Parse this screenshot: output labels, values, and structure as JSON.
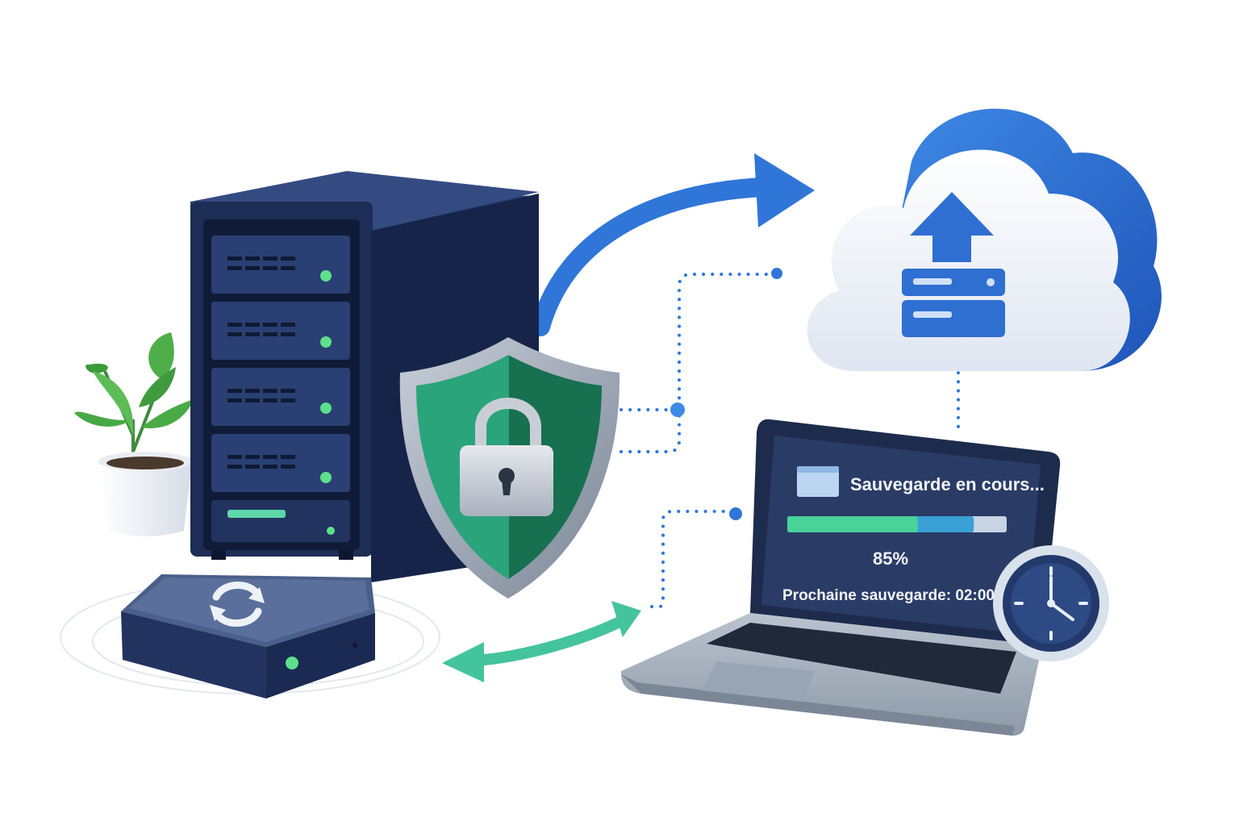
{
  "laptop": {
    "status_label": "Sauvegarde en cours...",
    "progress_text": "85%",
    "progress": 0.85,
    "next_backup": "Prochaine sauvegarde: 02:00"
  },
  "colors": {
    "server_dark": "#1d2d55",
    "server_mid": "#2a3f73",
    "led_green": "#5de08a",
    "shield_green": "#1f8a66",
    "shield_rim": "#8c98a8",
    "cloud_blue": "#2f6fd1",
    "arrow_blue": "#2f76d8",
    "arrow_green": "#44c49a",
    "dot_blue": "#2f76d8",
    "progress_green": "#49d39a",
    "progress_blue": "#3aa0d6"
  },
  "icons": [
    "server-tower-icon",
    "shield-lock-icon",
    "cloud-upload-icon",
    "laptop-icon",
    "clock-icon",
    "sync-icon",
    "plant-icon"
  ]
}
